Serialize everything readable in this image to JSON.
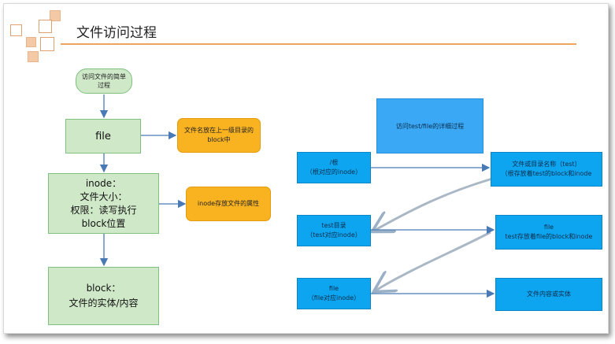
{
  "slide_title": "文件访问过程",
  "left_flow": {
    "start": "访问文件的简单\n过程",
    "file": "file",
    "file_note": "文件名放在上一级目录的\nblock中",
    "inode": "inode：\n文件大小：\n权限：读写执行\nblock位置",
    "inode_note": "inode存放文件的属性",
    "block": "block：\n文件的实体/内容"
  },
  "right_flow": {
    "header": "访问test/file的详细过程",
    "root": "/根\n（根对应的inode）",
    "root_block": "文件或目录名称（test）\n（根存放着test的block和inode",
    "test_dir": "test目录\n（test对应inode）",
    "test_block": "file\ntest存放着file的block和inode",
    "file_inode": "file\n（file对应inode）",
    "file_content": "文件内容或实体"
  },
  "colors": {
    "accent_line": "#f0a35e",
    "green_box": "#cfe8c8",
    "orange_box": "#f9b321",
    "blue_box": "#0ea5f0",
    "header_box": "#3aa8f5",
    "connector": "#4a7ab5"
  }
}
